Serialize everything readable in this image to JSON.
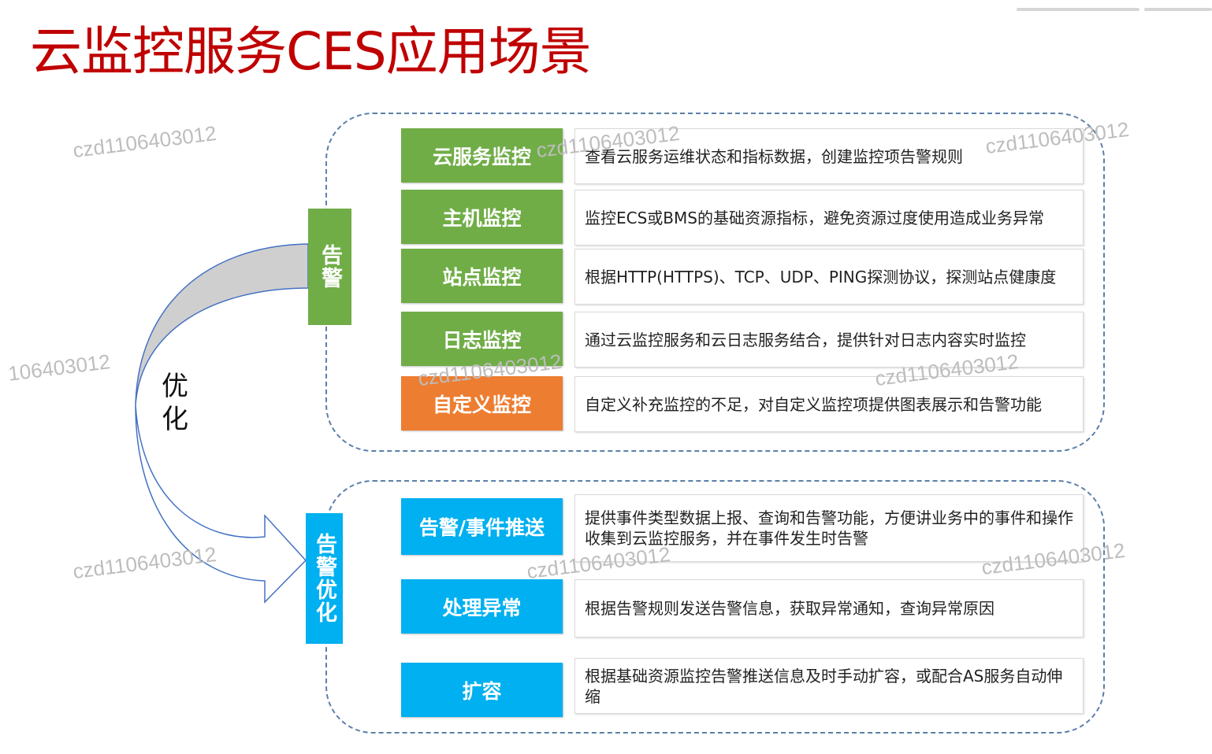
{
  "title": "云监控服务CES应用场景",
  "loop_label": "优化",
  "alert_group": {
    "tag": "告警",
    "rows": [
      {
        "label": "云服务监控",
        "desc": "查看云服务运维状态和指标数据，创建监控项告警规则",
        "color": "#70ad47"
      },
      {
        "label": "主机监控",
        "desc": "监控ECS或BMS的基础资源指标，避免资源过度使用造成业务异常",
        "color": "#70ad47"
      },
      {
        "label": "站点监控",
        "desc": "根据HTTP(HTTPS)、TCP、UDP、PING探测协议，探测站点健康度",
        "color": "#70ad47"
      },
      {
        "label": "日志监控",
        "desc": "通过云监控服务和云日志服务结合，提供针对日志内容实时监控",
        "color": "#70ad47"
      },
      {
        "label": "自定义监控",
        "desc": "自定义补充监控的不足，对自定义监控项提供图表展示和告警功能",
        "color": "#ed7d31"
      }
    ]
  },
  "optimize_group": {
    "tag": "告警优化",
    "rows": [
      {
        "label": "告警/事件推送",
        "desc": "提供事件类型数据上报、查询和告警功能，方便讲业务中的事件和操作收集到云监控服务，并在事件发生时告警",
        "color": "#00b0f0"
      },
      {
        "label": "处理异常",
        "desc": "根据告警规则发送告警信息，获取异常通知，查询异常原因",
        "color": "#00b0f0"
      },
      {
        "label": "扩容",
        "desc": "根据基础资源监控告警推送信息及时手动扩容，或配合AS服务自动伸缩",
        "color": "#00b0f0"
      }
    ]
  },
  "watermarks": [
    "czd1106403012",
    "czd1106403012",
    "czd1106403012",
    "106403012",
    "czd1106403012",
    "czd1106403012",
    "czd1106403012",
    "czd1106403012",
    "czd1106403012"
  ],
  "colors": {
    "title": "#c00000",
    "green": "#70ad47",
    "orange": "#ed7d31",
    "blue": "#00b0f0",
    "dash": "#5b7fa8"
  }
}
